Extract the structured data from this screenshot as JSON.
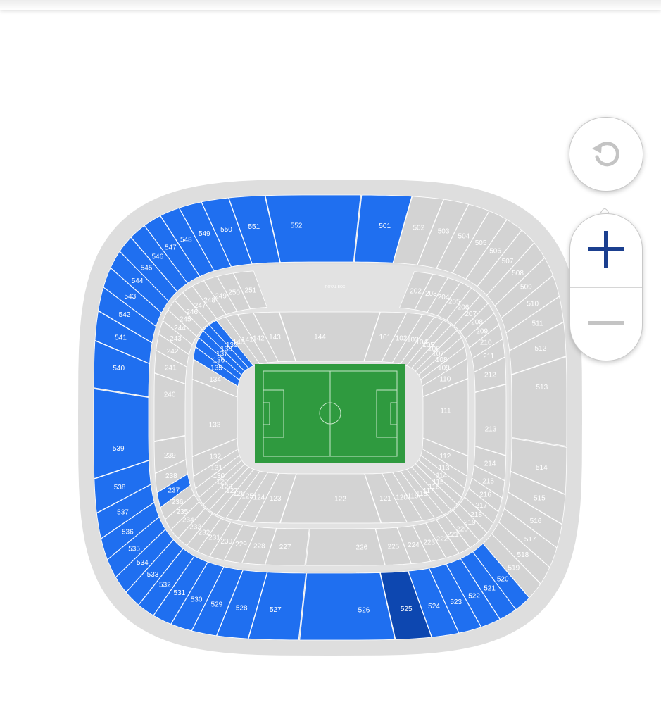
{
  "colors": {
    "selected": "#1f6ff0",
    "highlighted": "#0d47b0",
    "available": "#d3d3d3",
    "available_text": "#ffffff",
    "concourse": "#e2e2e2",
    "pitch": "#2f9a3f",
    "pitch_lines": "#c6e6c9",
    "control_icon": "#1b3f8f",
    "control_icon_disabled": "#c4c4c4"
  },
  "controls": {
    "reset_icon": "rotate-ccw-icon",
    "zoom_in_icon": "plus-icon",
    "zoom_out_icon": "minus-icon"
  },
  "stadium": {
    "royal_box_label": "ROYAL BOX",
    "highlighted_section": "525",
    "upper_tier": {
      "sections": [
        "501",
        "502",
        "503",
        "504",
        "505",
        "506",
        "507",
        "508",
        "509",
        "510",
        "511",
        "512",
        "513",
        "514",
        "515",
        "516",
        "517",
        "518",
        "519",
        "520",
        "521",
        "522",
        "523",
        "524",
        "525",
        "526",
        "527",
        "528",
        "529",
        "530",
        "531",
        "532",
        "533",
        "534",
        "535",
        "536",
        "537",
        "538",
        "539",
        "540",
        "541",
        "542",
        "543",
        "544",
        "545",
        "546",
        "547",
        "548",
        "549",
        "550",
        "551",
        "552"
      ],
      "selected": [
        "520",
        "521",
        "522",
        "523",
        "524",
        "525",
        "526",
        "527",
        "528",
        "529",
        "530",
        "531",
        "532",
        "533",
        "534",
        "535",
        "536",
        "537",
        "538",
        "539",
        "540",
        "541",
        "542",
        "543",
        "544",
        "545",
        "546",
        "547",
        "548",
        "549",
        "550",
        "551",
        "552",
        "501"
      ]
    },
    "middle_tier": {
      "sections": [
        "202",
        "203",
        "204",
        "205",
        "206",
        "207",
        "208",
        "209",
        "210",
        "211",
        "212",
        "213",
        "214",
        "215",
        "216",
        "217",
        "218",
        "219",
        "220",
        "221",
        "222",
        "223",
        "224",
        "225",
        "226",
        "227",
        "228",
        "229",
        "230",
        "231",
        "232",
        "233",
        "234",
        "235",
        "236",
        "237",
        "238",
        "239",
        "240",
        "241",
        "242",
        "243",
        "244",
        "245",
        "246",
        "247",
        "248",
        "249",
        "250",
        "251"
      ],
      "selected": [
        "237"
      ]
    },
    "lower_tier": {
      "sections": [
        "101",
        "102",
        "103",
        "104",
        "105",
        "106",
        "107",
        "108",
        "109",
        "110",
        "111",
        "112",
        "113",
        "114",
        "115",
        "116",
        "117",
        "118",
        "119",
        "120",
        "121",
        "122",
        "123",
        "124",
        "125",
        "126",
        "127",
        "128",
        "129",
        "130",
        "131",
        "132",
        "133",
        "134",
        "135",
        "136",
        "137",
        "138",
        "139",
        "140",
        "141",
        "142",
        "143",
        "144"
      ],
      "selected": [
        "135",
        "136",
        "137",
        "138",
        "139"
      ]
    }
  }
}
